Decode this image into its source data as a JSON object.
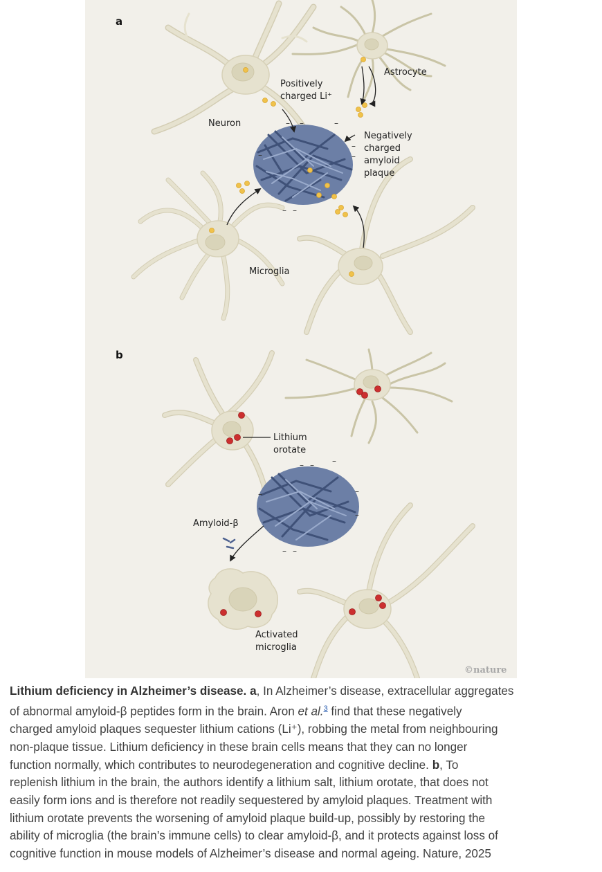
{
  "figure": {
    "panel_a": {
      "letter": "a",
      "labels": {
        "positively_line1": "Positively",
        "positively_line2": "charged Li⁺",
        "astrocyte": "Astrocyte",
        "neuron": "Neuron",
        "negatively_line1": "Negatively",
        "negatively_line2": "charged",
        "negatively_line3": "amyloid",
        "negatively_line4": "plaque",
        "microglia": "Microglia"
      }
    },
    "panel_b": {
      "letter": "b",
      "labels": {
        "lithium_line1": "Lithium",
        "lithium_line2": "orotate",
        "amyloid_beta": "Amyloid-β",
        "activated_line1": "Activated",
        "activated_line2": "microglia"
      }
    },
    "credit": "©nature",
    "colors": {
      "background": "#f2f0ea",
      "cell": "#e6e2cf",
      "plaque": "#5b6e96",
      "lithium_ion": "#f0c24b",
      "lithium_orotate": "#cc2f2f"
    }
  },
  "caption": {
    "title": "Lithium deficiency in Alzheimer’s disease.",
    "a_letter": "a",
    "l1_rest": ", In Alzheimer’s disease, extracellular aggregates",
    "l2_a": "of abnormal amyloid-β peptides form in the brain. Aron",
    "l2_etal": "et al.",
    "l2_ref": "3",
    "l2_b": " find that these negatively",
    "l3": "charged amyloid plaques sequester lithium cations (Li⁺), robbing the metal from neighbouring",
    "l4": "non-plaque tissue. Lithium deficiency in these brain cells means that they can no longer",
    "l5_a": "function normally, which contributes to neurodegeneration and cognitive decline.",
    "b_letter": "b",
    "l5_b": ", To",
    "l6": "replenish lithium in the brain, the authors identify a lithium salt, lithium orotate, that does not",
    "l7": "easily form ions and is therefore not readily sequestered by amyloid plaques. Treatment with",
    "l8": "lithium orotate prevents the worsening of amyloid plaque build-up, possibly by restoring the",
    "l9": "ability of microglia (the brain’s immune cells) to clear amyloid-β, and it protects against loss of",
    "l10": "cognitive function in mouse models of Alzheimer’s disease and normal ageing. Nature, 2025"
  }
}
